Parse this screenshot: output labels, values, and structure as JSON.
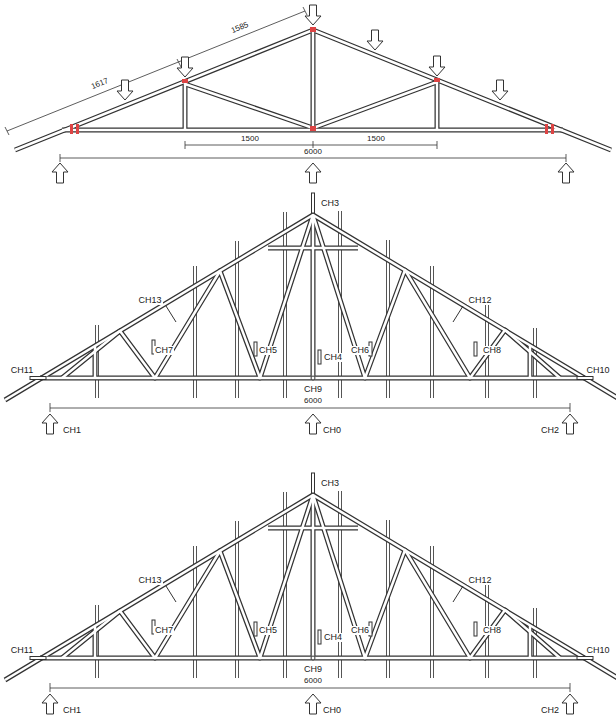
{
  "diagram": {
    "labels": [
      "1617",
      "1585",
      "1500",
      "1500",
      "6000",
      "CH3",
      "CH13",
      "CH12",
      "CH7",
      "CH5",
      "CH4",
      "CH6",
      "CH8",
      "CH11",
      "CH10",
      "CH9",
      "6000",
      "CH1",
      "CH0",
      "CH2",
      "CH3",
      "CH13",
      "CH12",
      "CH7",
      "CH5",
      "CH4",
      "CH6",
      "CH8",
      "CH11",
      "CH10",
      "CH9",
      "6000",
      "CH1",
      "CH0",
      "CH2"
    ]
  }
}
